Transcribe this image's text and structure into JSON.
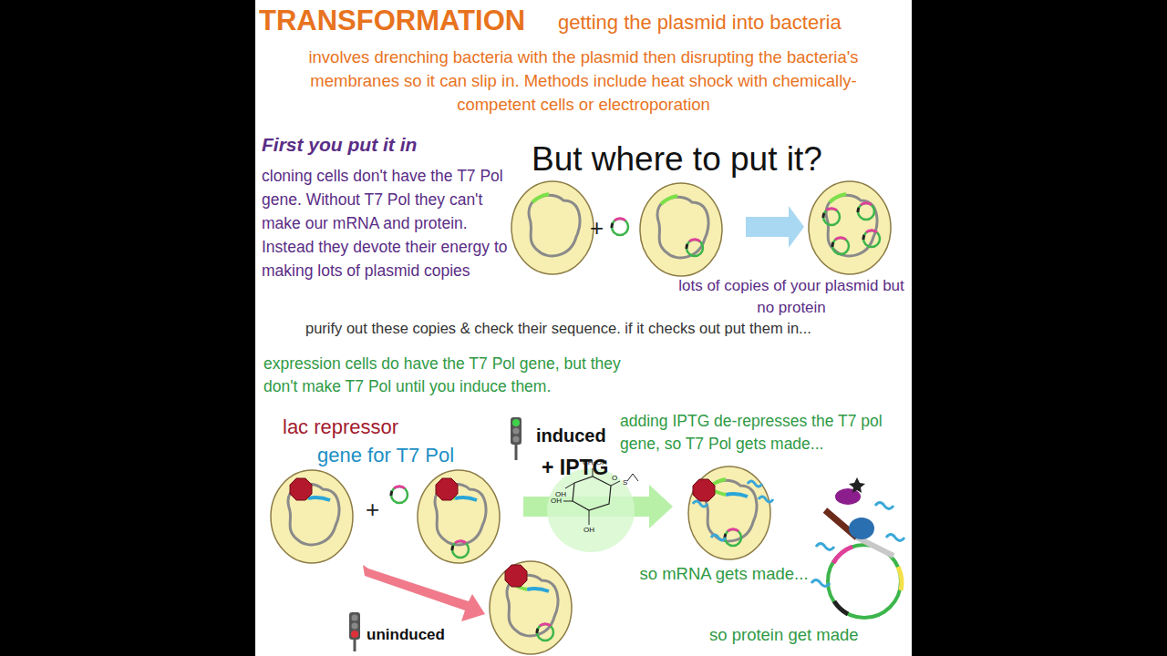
{
  "diagram": {
    "title": "TRANSFORMATION",
    "labels": [
      "getting the plasmid into bacteria",
      "involves drenching bacteria with the plasmid then disrupting the bacteria's membranes so it can slip in. Methods include heat shock with chemically-competent cells or electroporation",
      "First you put it in",
      "cloning cells don't have the T7 Pol gene. Without T7 Pol they can't make our mRNA and protein. Instead they devote their energy to making lots of plasmid copies",
      "But where to put it?",
      "+",
      "lots of copies of your plasmid but no protein",
      "purify out these copies & check their sequence. if it checks out put them in...",
      "expression cells do have the T7 Pol gene, but they don't make T7 Pol until you induce them.",
      "lac repressor",
      "gene for T7 Pol",
      "+",
      "induced",
      "+ IPTG",
      "CH₂OH",
      "O",
      "S",
      "OH",
      "OH",
      "OH",
      "adding IPTG de-represses the T7 pol gene, so T7 Pol gets made...",
      "so mRNA gets made...",
      "uninduced",
      "so protein get made"
    ]
  }
}
